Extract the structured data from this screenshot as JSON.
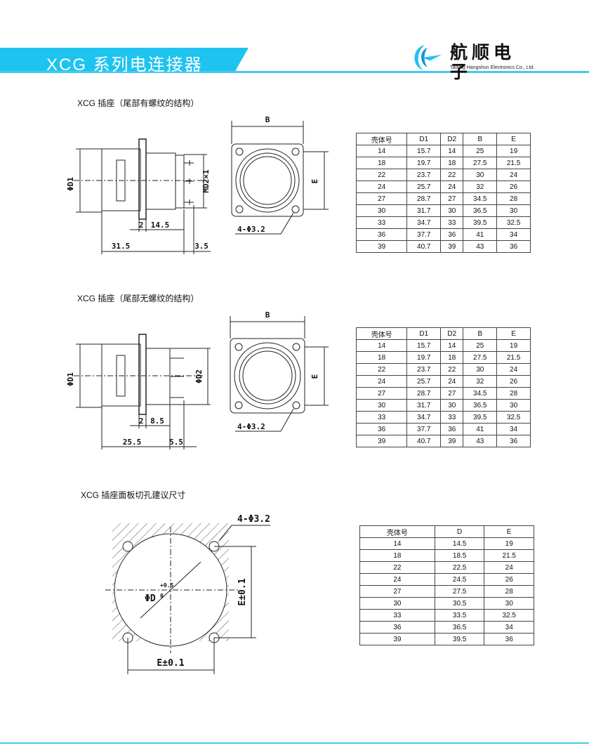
{
  "header": {
    "title": "XCG 系列电连接器",
    "logo_cn": "航顺电子",
    "logo_en": "Taixing Hangshun Electronics Co., Ltd.",
    "accent": "#1ec3f0"
  },
  "section1": {
    "title": "XCG 插座（尾部有螺纹的结构）",
    "labels": {
      "d1": "ΦD1",
      "md2": "MD2×1",
      "dim_2": "2",
      "dim_14_5": "14.5",
      "dim_31_5": "31.5",
      "dim_3_5": "3.5",
      "b": "B",
      "e": "E",
      "holes": "4-Φ3.2"
    }
  },
  "table1": {
    "headers": [
      "壳体号",
      "D1",
      "D2",
      "B",
      "E"
    ],
    "rows": [
      [
        "14",
        "15.7",
        "14",
        "25",
        "19"
      ],
      [
        "18",
        "19.7",
        "18",
        "27.5",
        "21.5"
      ],
      [
        "22",
        "23.7",
        "22",
        "30",
        "24"
      ],
      [
        "24",
        "25.7",
        "24",
        "32",
        "26"
      ],
      [
        "27",
        "28.7",
        "27",
        "34.5",
        "28"
      ],
      [
        "30",
        "31.7",
        "30",
        "36.5",
        "30"
      ],
      [
        "33",
        "34.7",
        "33",
        "39.5",
        "32.5"
      ],
      [
        "36",
        "37.7",
        "36",
        "41",
        "34"
      ],
      [
        "39",
        "40.7",
        "39",
        "43",
        "36"
      ]
    ]
  },
  "section2": {
    "title": "XCG 插座（尾部无螺纹的结构）",
    "labels": {
      "d1": "ΦD1",
      "d2": "ΦD2",
      "dim_2": "2",
      "dim_8_5": "8.5",
      "dim_25_5": "25.5",
      "dim_5_5": "5.5",
      "b": "B",
      "e": "E",
      "holes": "4-Φ3.2"
    }
  },
  "table2": {
    "headers": [
      "壳体号",
      "D1",
      "D2",
      "B",
      "E"
    ],
    "rows": [
      [
        "14",
        "15.7",
        "14",
        "25",
        "19"
      ],
      [
        "18",
        "19.7",
        "18",
        "27.5",
        "21.5"
      ],
      [
        "22",
        "23.7",
        "22",
        "30",
        "24"
      ],
      [
        "24",
        "25.7",
        "24",
        "32",
        "26"
      ],
      [
        "27",
        "28.7",
        "27",
        "34.5",
        "28"
      ],
      [
        "30",
        "31.7",
        "30",
        "36.5",
        "30"
      ],
      [
        "33",
        "34.7",
        "33",
        "39.5",
        "32.5"
      ],
      [
        "36",
        "37.7",
        "36",
        "41",
        "34"
      ],
      [
        "39",
        "40.7",
        "39",
        "43",
        "36"
      ]
    ]
  },
  "section3": {
    "title": "XCG 插座面板切孔建议尺寸",
    "labels": {
      "holes": "4-Φ3.2",
      "d": "ΦD",
      "tol_plus": "+0.5",
      "tol_zero": "0",
      "e_right": "E±0.1",
      "e_bottom": "E±0.1"
    }
  },
  "table3": {
    "headers": [
      "壳体号",
      "D",
      "E"
    ],
    "rows": [
      [
        "14",
        "14.5",
        "19"
      ],
      [
        "18",
        "18.5",
        "21.5"
      ],
      [
        "22",
        "22.5",
        "24"
      ],
      [
        "24",
        "24.5",
        "26"
      ],
      [
        "27",
        "27.5",
        "28"
      ],
      [
        "30",
        "30.5",
        "30"
      ],
      [
        "33",
        "33.5",
        "32.5"
      ],
      [
        "36",
        "36.5",
        "34"
      ],
      [
        "39",
        "39.5",
        "36"
      ]
    ]
  }
}
